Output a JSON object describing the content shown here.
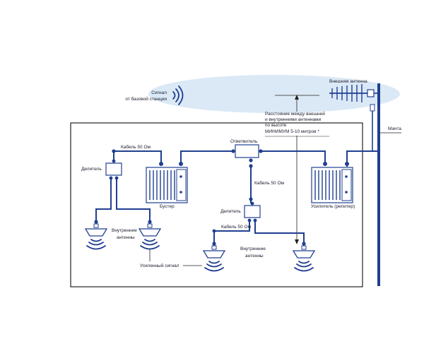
{
  "labels": {
    "signal_line1": "Сигнал",
    "signal_line2": "от базовой станции",
    "external_antenna": "Внешняя антенна",
    "mast": "Мачта",
    "distance_line1": "Расстояние между внешней",
    "distance_line2": "и внутренними антеннами",
    "distance_line3": "по высоте",
    "distance_line4": "МИНИМУМ 5-10 метров *",
    "tap": "Ответвитель",
    "cable_left": "Кабель 50 Ом",
    "cable_center": "Кабель 50 Ом",
    "cable_bottom": "Кабель 50 Ом",
    "splitter_left": "Делитель",
    "splitter_center": "Делитель",
    "booster": "Бустер",
    "repeater": "Усилитель (репитер)",
    "internal_left_line1": "Внутренние",
    "internal_left_line2": "антенны",
    "internal_right_line1": "Внутренние",
    "internal_right_line2": "антенны",
    "amplified_signal": "Усиленный сигнал"
  },
  "colors": {
    "line": "#1f3f8f",
    "cloud": "#dbe9f6",
    "frame": "#222222"
  }
}
